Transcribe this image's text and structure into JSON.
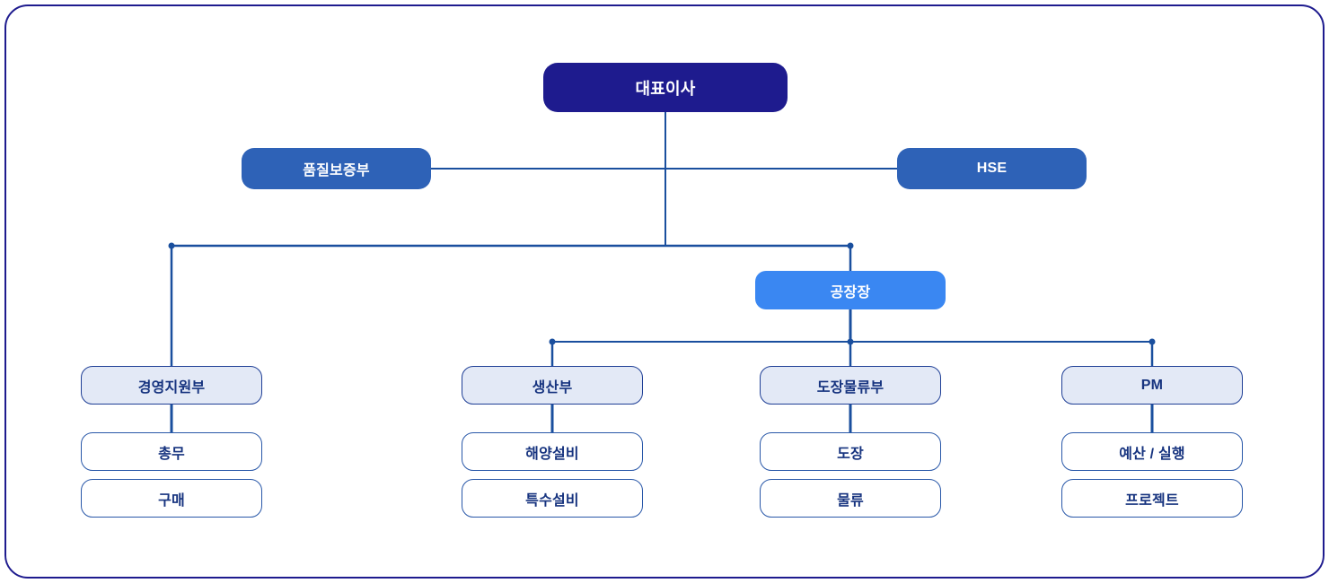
{
  "org_chart": {
    "ceo": {
      "label": "대표이사"
    },
    "staff_left": {
      "label": "품질보증부"
    },
    "staff_right": {
      "label": "HSE"
    },
    "factory_manager": {
      "label": "공장장"
    },
    "departments": [
      {
        "label": "경영지원부",
        "children": [
          {
            "label": "총무"
          },
          {
            "label": "구매"
          }
        ]
      },
      {
        "label": "생산부",
        "children": [
          {
            "label": "해양설비"
          },
          {
            "label": "특수설비"
          }
        ]
      },
      {
        "label": "도장물류부",
        "children": [
          {
            "label": "도장"
          },
          {
            "label": "물류"
          }
        ]
      },
      {
        "label": "PM",
        "children": [
          {
            "label": "예산 / 실행"
          },
          {
            "label": "프로젝트"
          }
        ]
      }
    ]
  },
  "colors": {
    "ceo_fill": "#1E1B8E",
    "staff_fill": "#2E62B7",
    "factory_fill": "#3A87F2",
    "dept_fill": "#E3E9F6",
    "dept_border": "#1F3F96",
    "child_border": "#2857A8",
    "text_dark": "#16337F",
    "line_color": "#1A4F9E",
    "frame_border": "#1E1B8E"
  }
}
